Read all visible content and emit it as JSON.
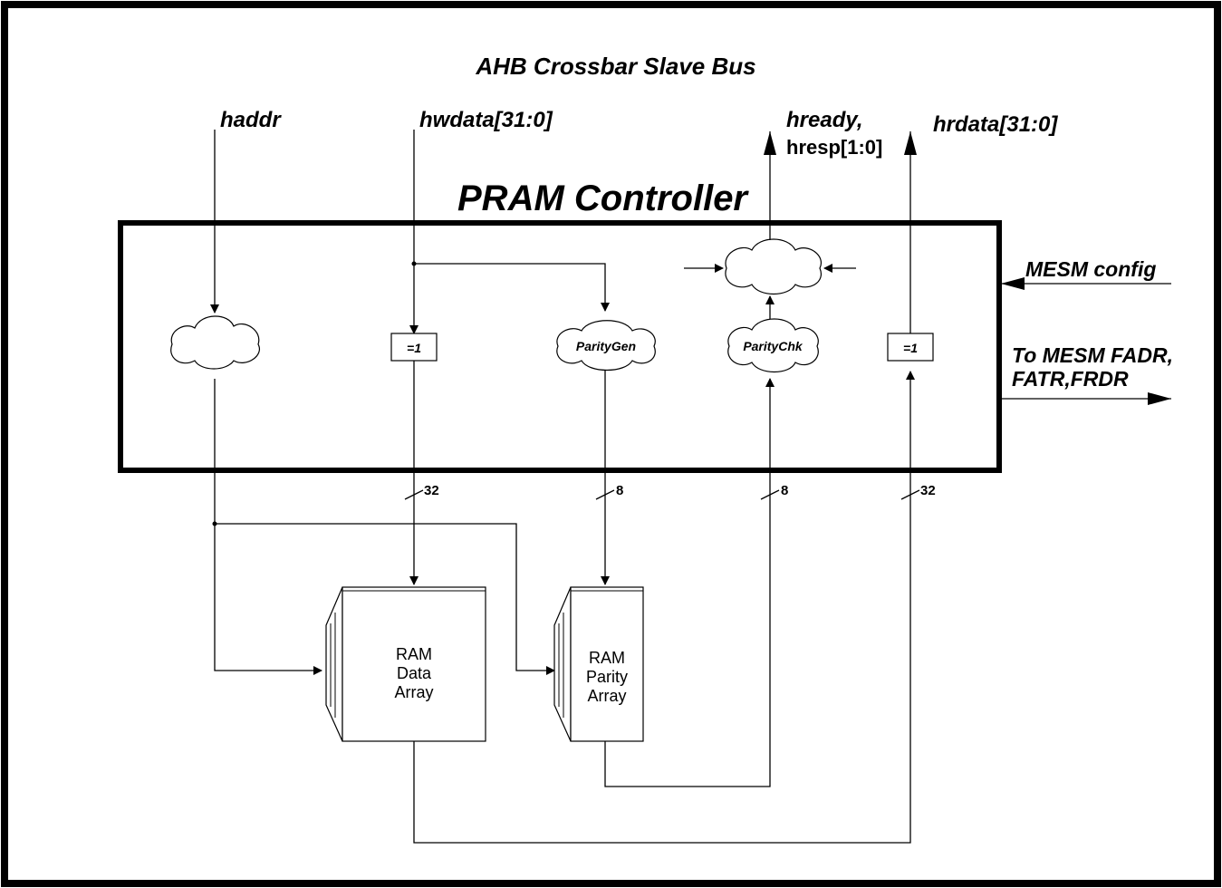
{
  "title": "AHB Crossbar Slave Bus",
  "controller_title": "PRAM Controller",
  "signals": {
    "haddr": "haddr",
    "hwdata": "hwdata[31:0]",
    "hready_line1": "hready,",
    "hready_line2": "hresp[1:0]",
    "hrdata": "hrdata[31:0]",
    "mesm_config": "MESM config",
    "mesm_out_line1": "To MESM FADR,",
    "mesm_out_line2": "FATR,FRDR"
  },
  "blocks": {
    "inv_write": "=1",
    "inv_read": "=1",
    "parity_gen": "ParityGen",
    "parity_chk": "ParityChk"
  },
  "bus_widths": {
    "write_data": "32",
    "parity_write": "8",
    "parity_read": "8",
    "read_data": "32"
  },
  "ram_data": {
    "line1": "RAM",
    "line2": "Data",
    "line3": "Array"
  },
  "ram_parity": {
    "line1": "RAM",
    "line2": "Parity",
    "line3": "Array"
  }
}
